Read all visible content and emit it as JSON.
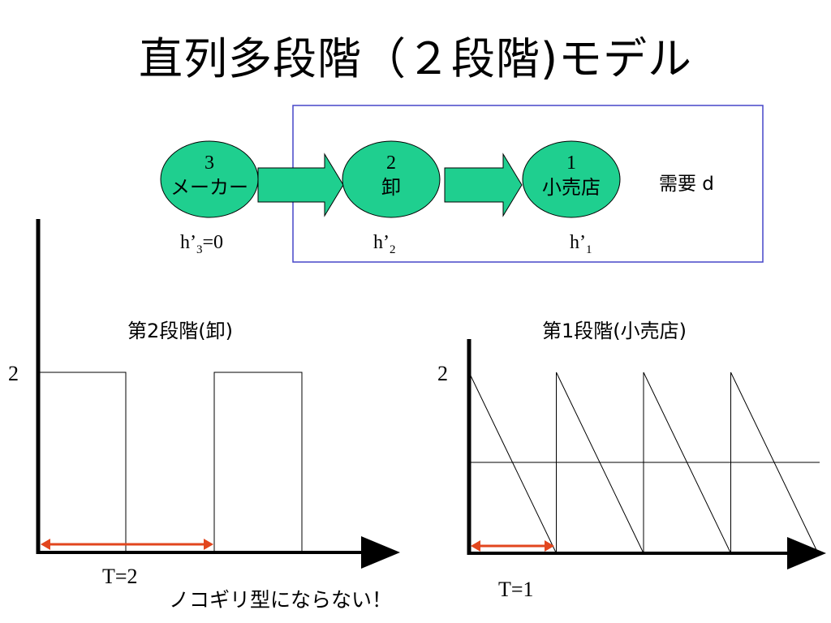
{
  "title": "直列多段階（２段階)モデル",
  "stages": [
    {
      "number": "3",
      "name": "メーカー",
      "h_prefix": "h’",
      "h_sub": "3",
      "h_suffix": "=0"
    },
    {
      "number": "2",
      "name": "卸",
      "h_prefix": "h’",
      "h_sub": "2",
      "h_suffix": ""
    },
    {
      "number": "1",
      "name": "小売店",
      "h_prefix": "h’",
      "h_sub": "1",
      "h_suffix": ""
    }
  ],
  "demand_label": "需要 d",
  "colors": {
    "node_fill": "#1fcf8f",
    "frame": "#4646c8",
    "period_arrow": "#e2461e"
  },
  "chart_data": [
    {
      "type": "line",
      "title": "第2段階(卸)",
      "ytick": "2",
      "period_label": "T=2",
      "pattern": "rectangular inventory: holds 2 then drops to 0",
      "segments": [
        [
          0,
          2
        ],
        [
          1,
          2
        ],
        [
          1,
          0
        ],
        [
          2,
          0
        ],
        [
          2,
          2
        ],
        [
          3,
          2
        ],
        [
          3,
          0
        ]
      ]
    },
    {
      "type": "line",
      "title": "第1段階(小売店)",
      "ytick": "2",
      "period_label": "T=1",
      "pattern": "sawtooth from 2 to 0 each period, average line at 1",
      "teeth_starts": [
        0,
        1,
        2,
        3
      ],
      "average": 1
    }
  ],
  "note": "ノコギリ型にならない！"
}
